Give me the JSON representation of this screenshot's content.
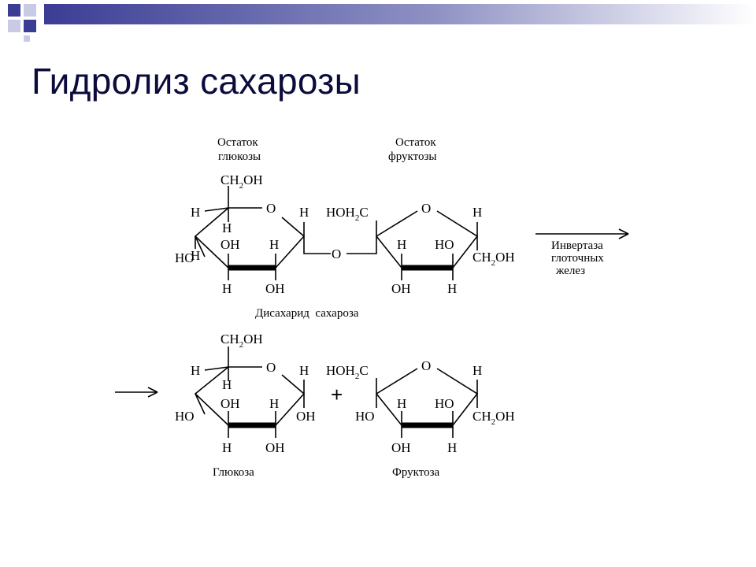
{
  "slide": {
    "title": "Гидролиз сахарозы",
    "accent_color": "#3b3d95"
  },
  "sucrose": {
    "glucose_residue_label": [
      "Остаток",
      "глюкозы"
    ],
    "fructose_residue_label": [
      "Остаток",
      "фруктозы"
    ],
    "caption": "Дисахарид  сахароза",
    "arrow_label": [
      "Инвертаза",
      "глоточных",
      "желез"
    ],
    "glycosidic_oxygen": "O"
  },
  "glucose": {
    "ring_oxygen": "O",
    "ch2oh": {
      "main": "CH",
      "sub": "2",
      "tail": "OH"
    },
    "c5_h": "H",
    "c4_h": "H",
    "c4_ho": "HO",
    "c3_oh": "OH",
    "c3_h": "H",
    "c2_h": "H",
    "c2_oh": "OH",
    "c1_h": "H",
    "caption": "Глюкоза",
    "c1_oh": "OH"
  },
  "fructose": {
    "ring_oxygen": "O",
    "hoh2c": {
      "pre": "HOH",
      "sub": "2",
      "tail": "C"
    },
    "c5_h": "H",
    "c4_h": "H",
    "c4_oh": "OH",
    "c3_ho": "HO",
    "c3_h": "H",
    "ch2oh": {
      "main": "CH",
      "sub": "2",
      "tail": "OH"
    },
    "caption": "Фруктоза",
    "c2_ho": "HO"
  },
  "reaction": {
    "plus": "+"
  }
}
